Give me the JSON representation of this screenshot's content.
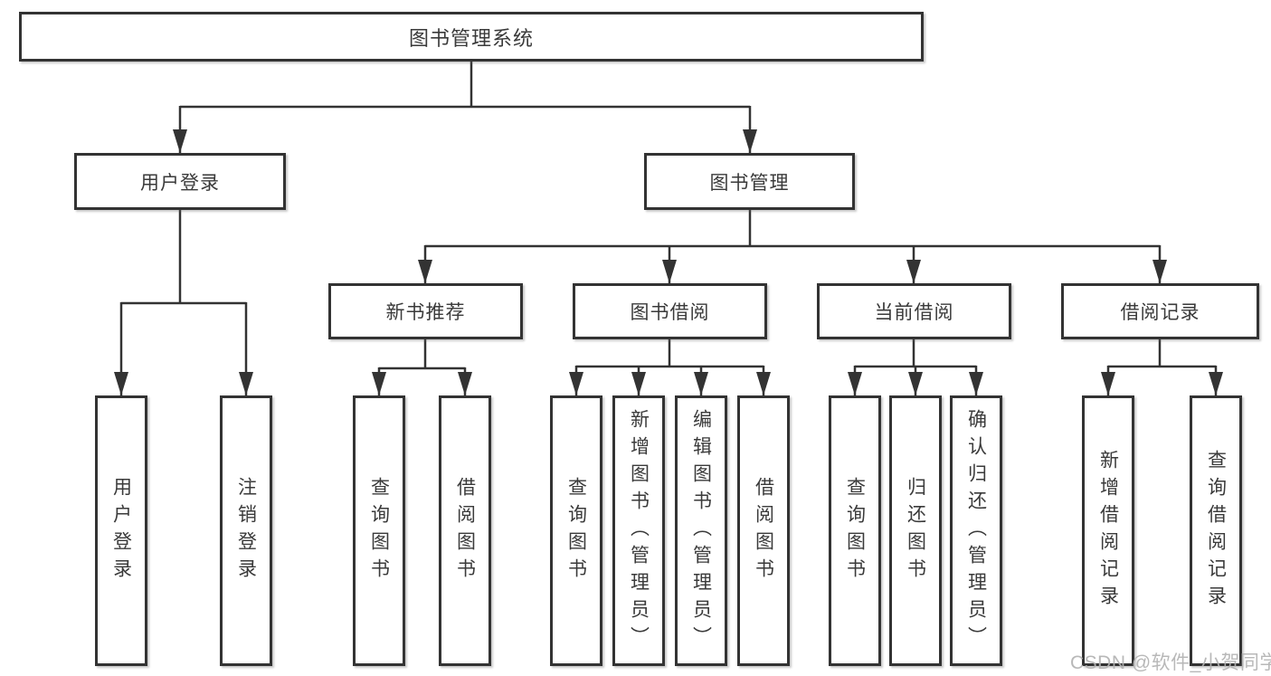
{
  "diagram": {
    "type": "hierarchy-tree",
    "root": "图书管理系统",
    "level1": [
      {
        "label": "用户登录",
        "children": [
          "用户登录",
          "注销登录"
        ]
      },
      {
        "label": "图书管理"
      }
    ],
    "level2": [
      {
        "label": "新书推荐",
        "children": [
          "查询图书",
          "借阅图书"
        ]
      },
      {
        "label": "图书借阅",
        "children": [
          "查询图书",
          "新增图书（管理员）",
          "编辑图书（管理员）",
          "借阅图书"
        ]
      },
      {
        "label": "当前借阅",
        "children": [
          "查询图书",
          "归还图书",
          "确认归还（管理员）"
        ]
      },
      {
        "label": "借阅记录",
        "children": [
          "新增借阅记录",
          "查询借阅记录"
        ]
      }
    ]
  },
  "watermark": "CSDN @软件_小贺同学",
  "colors": {
    "line": "#333333",
    "text": "#3a3a3a",
    "box_fill": "#ffffff",
    "watermark": "#b2b2b2",
    "background": "#ffffff"
  }
}
